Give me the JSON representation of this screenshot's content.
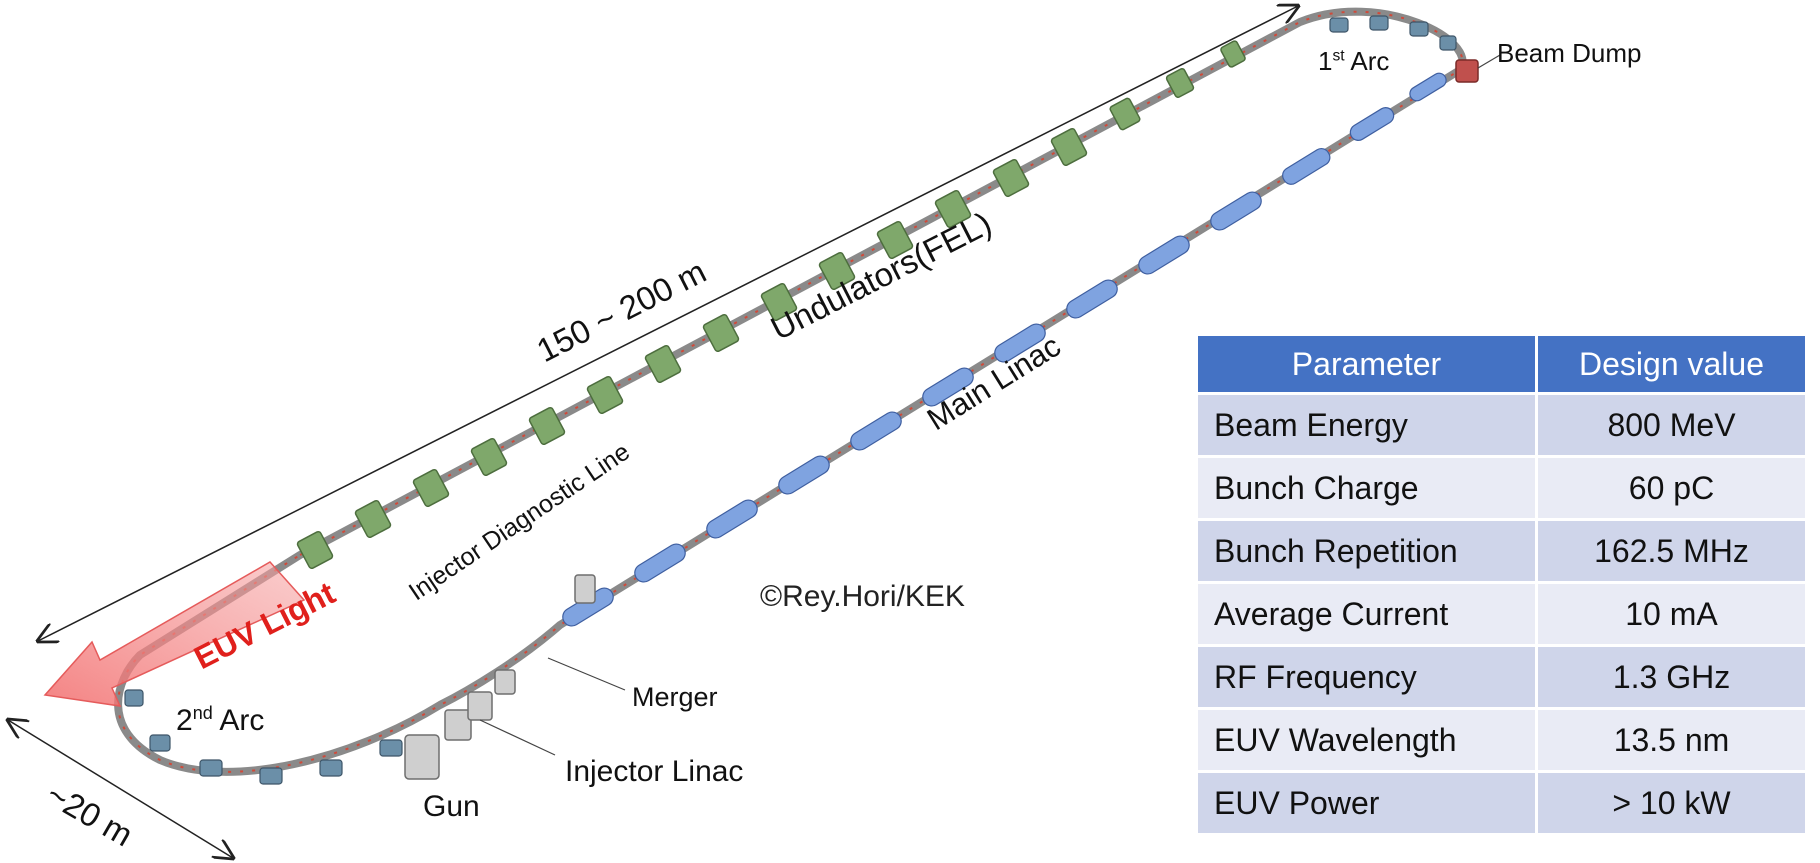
{
  "labels": {
    "length_long": "150 ~ 200 m",
    "length_short": "~20 m",
    "first_arc": "1",
    "first_arc_sup": "st",
    "first_arc_suffix": " Arc",
    "second_arc": "2",
    "second_arc_sup": "nd",
    "second_arc_suffix": " Arc",
    "beam_dump": "Beam Dump",
    "undulators": "Undulators(FEL)",
    "main_linac": "Main Linac",
    "injector_diag": "Injector Diagnostic Line",
    "euv_light": "EUV Light",
    "merger": "Merger",
    "injector_linac": "Injector Linac",
    "gun": "Gun",
    "copyright": "©Rey.Hori/KEK"
  },
  "table": {
    "headers": [
      "Parameter",
      "Design value"
    ],
    "rows": [
      [
        "Beam Energy",
        "800 MeV"
      ],
      [
        "Bunch Charge",
        "60 pC"
      ],
      [
        "Bunch Repetition",
        "162.5 MHz"
      ],
      [
        "Average Current",
        "10 mA"
      ],
      [
        "RF Frequency",
        "1.3 GHz"
      ],
      [
        "EUV Wavelength",
        "13.5 nm"
      ],
      [
        "EUV Power",
        "> 10 kW"
      ]
    ]
  },
  "colors": {
    "table_header": "#4472c4",
    "table_row_dark": "#cfd5ea",
    "table_row_light": "#e9ebf5",
    "euv_arrow": "#f26d6d",
    "euv_text": "#e0201c",
    "undulator_green": "#7fa86b",
    "linac_blue": "#7fa3e0"
  }
}
